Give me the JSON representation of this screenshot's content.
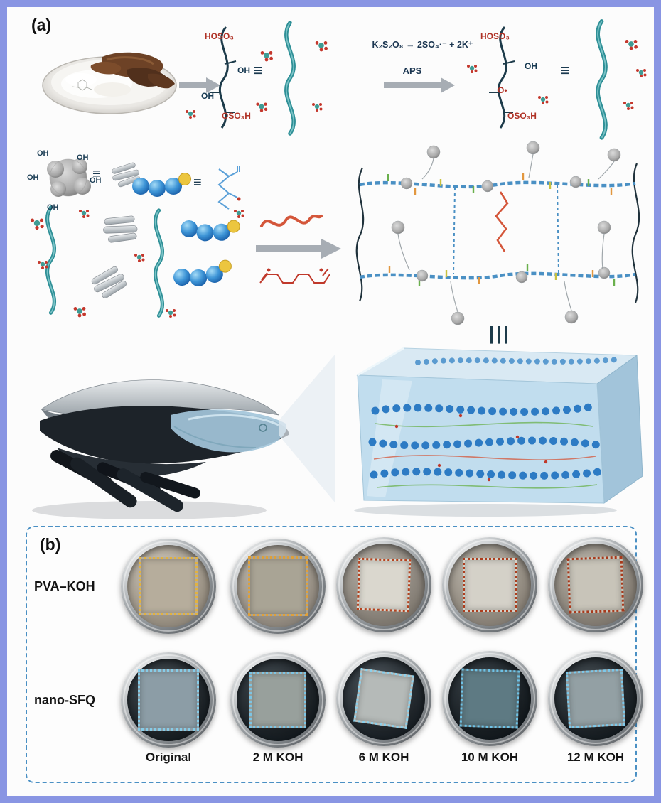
{
  "colors": {
    "frame": "#8995e3",
    "panel_b_border": "#4a90c4",
    "teal_chain": "#2e8f96",
    "navy_chain": "#1d3b4a",
    "red_group": "#b03226",
    "navy_group": "#173a52",
    "arrow_grey": "#a7adb4",
    "crosslinker_red": "#d4563a",
    "bead_blue": "#2d7bc4",
    "pva_outline": "#e0a23c",
    "sfq_outline": "#7cc8ea"
  },
  "panel_a": {
    "label": "(a)",
    "equation": "K₂S₂O₈ → 2SO₄·⁻ + 2K⁺",
    "initiator": "APS",
    "equiv_symbol": "≡",
    "triple_link_symbol": "|||",
    "chain_before": {
      "s1": "HOSO₃",
      "s2": "OH",
      "s3": "OH",
      "s4": "OSO₃H"
    },
    "chain_after": {
      "s1": "HOSO₃",
      "s2": "OH",
      "s3": "O•",
      "s4": "OSO₃H"
    },
    "particle_hydroxyls": [
      "OH",
      "OH",
      "OH",
      "OH",
      "OH"
    ]
  },
  "panel_b": {
    "label": "(b)",
    "rows": [
      {
        "label": "PVA–KOH",
        "outline_color": "#e0a23c",
        "dishes": [
          {
            "outline": "#e2b23f",
            "fill": "#b6ad9c",
            "well1": "#cdc6ba",
            "well2": "#8f8678",
            "rotate": "0deg",
            "size": "76px"
          },
          {
            "outline": "#dfa03a",
            "fill": "#a9a495",
            "well1": "#c6c0b5",
            "well2": "#8a8277",
            "rotate": "0deg",
            "size": "78px"
          },
          {
            "outline": "#b5431f",
            "fill": "#dad7ce",
            "well1": "#b7b2aa",
            "well2": "#7b746b",
            "rotate": "2deg",
            "size": "68px"
          },
          {
            "outline": "#ad3d1d",
            "fill": "#d4d1c8",
            "well1": "#c0bbb1",
            "well2": "#847c71",
            "rotate": "0deg",
            "size": "70px"
          },
          {
            "outline": "#a8391b",
            "fill": "#c8c4b9",
            "well1": "#bab5ab",
            "well2": "#7e766c",
            "rotate": "-2deg",
            "size": "72px"
          }
        ]
      },
      {
        "label": "nano-SFQ",
        "outline_color": "#7cc8ea",
        "dishes": [
          {
            "outline": "#86cce8",
            "fill": "#8c9da6",
            "well1": "#4a5258",
            "well2": "#101417",
            "rotate": "0deg",
            "size": "80px"
          },
          {
            "outline": "#7cc4e4",
            "fill": "#98a09c",
            "well1": "#454d53",
            "well2": "#0e1215",
            "rotate": "0deg",
            "size": "74px"
          },
          {
            "outline": "#8ad0ec",
            "fill": "#b5bab8",
            "well1": "#4e565c",
            "well2": "#12161a",
            "rotate": "8deg",
            "size": "70px"
          },
          {
            "outline": "#6ec2e6",
            "fill": "#5e7a83",
            "well1": "#3e464c",
            "well2": "#0c1013",
            "rotate": "2deg",
            "size": "76px"
          },
          {
            "outline": "#7cc8ea",
            "fill": "#93a0a4",
            "well1": "#474f55",
            "well2": "#0f1316",
            "rotate": "-3deg",
            "size": "74px"
          }
        ]
      }
    ],
    "col_labels": [
      "Original",
      "2 M KOH",
      "6 M KOH",
      "10 M KOH",
      "12 M KOH"
    ]
  }
}
